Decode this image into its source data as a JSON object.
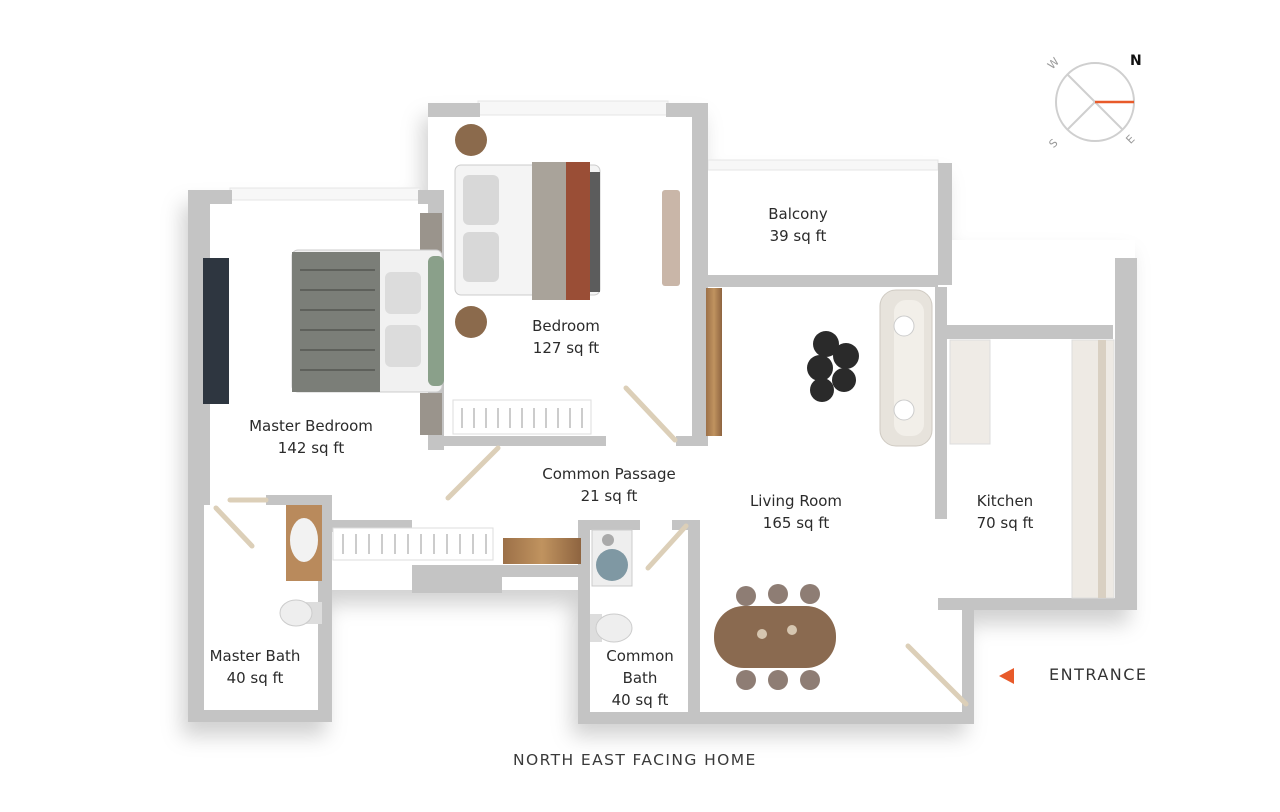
{
  "rooms": {
    "master_bedroom": {
      "name": "Master Bedroom",
      "area": "142 sq ft"
    },
    "bedroom": {
      "name": "Bedroom",
      "area": "127 sq ft"
    },
    "balcony": {
      "name": "Balcony",
      "area": "39 sq ft"
    },
    "common_passage": {
      "name": "Common Passage",
      "area": "21 sq ft"
    },
    "living_room": {
      "name": "Living Room",
      "area": "165 sq ft"
    },
    "kitchen": {
      "name": "Kitchen",
      "area": "70 sq ft"
    },
    "master_bath": {
      "name": "Master Bath",
      "area": "40 sq ft"
    },
    "common_bath": {
      "name_line1": "Common",
      "name_line2": "Bath",
      "area": "40 sq ft"
    }
  },
  "entrance": {
    "label": "ENTRANCE"
  },
  "caption": "NORTH EAST FACING HOME",
  "compass": {
    "n": "N",
    "e": "E",
    "s": "S",
    "w": "W"
  },
  "colors": {
    "wall": "#bfbfbf",
    "floor": "#ffffff",
    "accent": "#e85a2a",
    "wood": "#b98a5c",
    "door": "#d9c9b0"
  }
}
